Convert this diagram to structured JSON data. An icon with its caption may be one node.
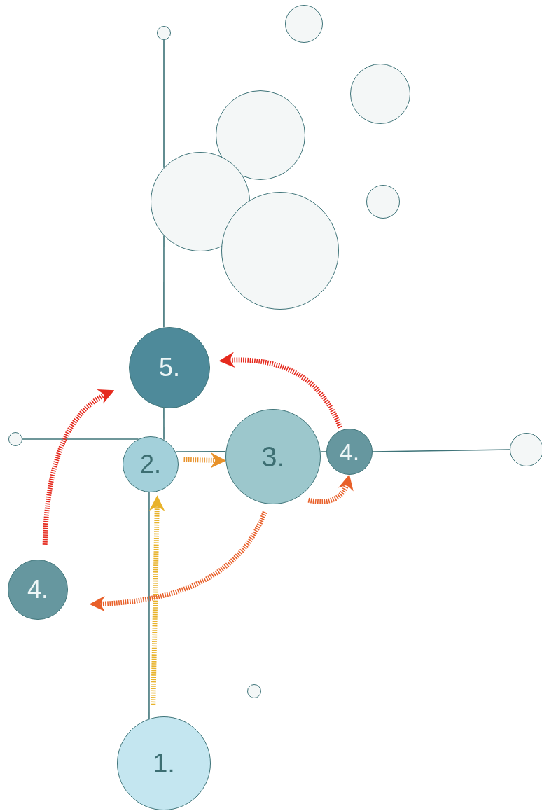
{
  "diagram": {
    "nodes": [
      {
        "text": [],
        "shape": "circle"
      },
      {
        "text": [],
        "shape": "circle"
      },
      {
        "text": [],
        "shape": "circle"
      },
      {
        "text": [],
        "shape": "circle"
      },
      {
        "text": [],
        "shape": "circle"
      },
      {
        "text": [],
        "shape": "circle"
      },
      {
        "text": [],
        "shape": "circle"
      },
      {
        "text": [
          "5."
        ]
      },
      {
        "text": [],
        "shape": "circle"
      },
      {
        "text": [
          "2."
        ]
      },
      {
        "text": [
          "3."
        ]
      },
      {
        "text": [
          "4."
        ]
      },
      {
        "text": [],
        "shape": "circle"
      },
      {
        "text": [
          "4."
        ]
      },
      {
        "text": [],
        "shape": "circle"
      },
      {
        "text": [
          "1."
        ]
      }
    ],
    "edges": [
      {
        "from": 0,
        "to": 4,
        "arrow": "none"
      },
      {
        "from": 4,
        "to": 7,
        "arrow": "none"
      },
      {
        "from": 7,
        "to": 9,
        "arrow": "none"
      },
      {
        "from": 8,
        "to": 9,
        "arrow": "none"
      },
      {
        "from": 9,
        "to": 10,
        "arrow": "none"
      },
      {
        "from": 10,
        "to": 11,
        "arrow": "none"
      },
      {
        "from": 11,
        "to": 12,
        "arrow": "none"
      },
      {
        "from": 15,
        "to": 9,
        "arrow": "none"
      },
      {
        "from": 15,
        "to": 9,
        "arrow": "to",
        "style": "dashed",
        "color": "#e8b22a"
      },
      {
        "from": 9,
        "to": 10,
        "arrow": "to",
        "style": "dashed",
        "color": "#e8922a"
      },
      {
        "from": 10,
        "to": 11,
        "arrow": "to",
        "style": "dashed",
        "color": "#e8602a"
      },
      {
        "from": 10,
        "to": 13,
        "arrow": "to",
        "style": "dashed",
        "color": "#e8602a"
      },
      {
        "from": 11,
        "to": 7,
        "arrow": "to",
        "style": "dashed",
        "color": "#e52a1e"
      },
      {
        "from": 13,
        "to": 7,
        "arrow": "to",
        "style": "dashed",
        "color": "#e52a1e"
      }
    ]
  }
}
